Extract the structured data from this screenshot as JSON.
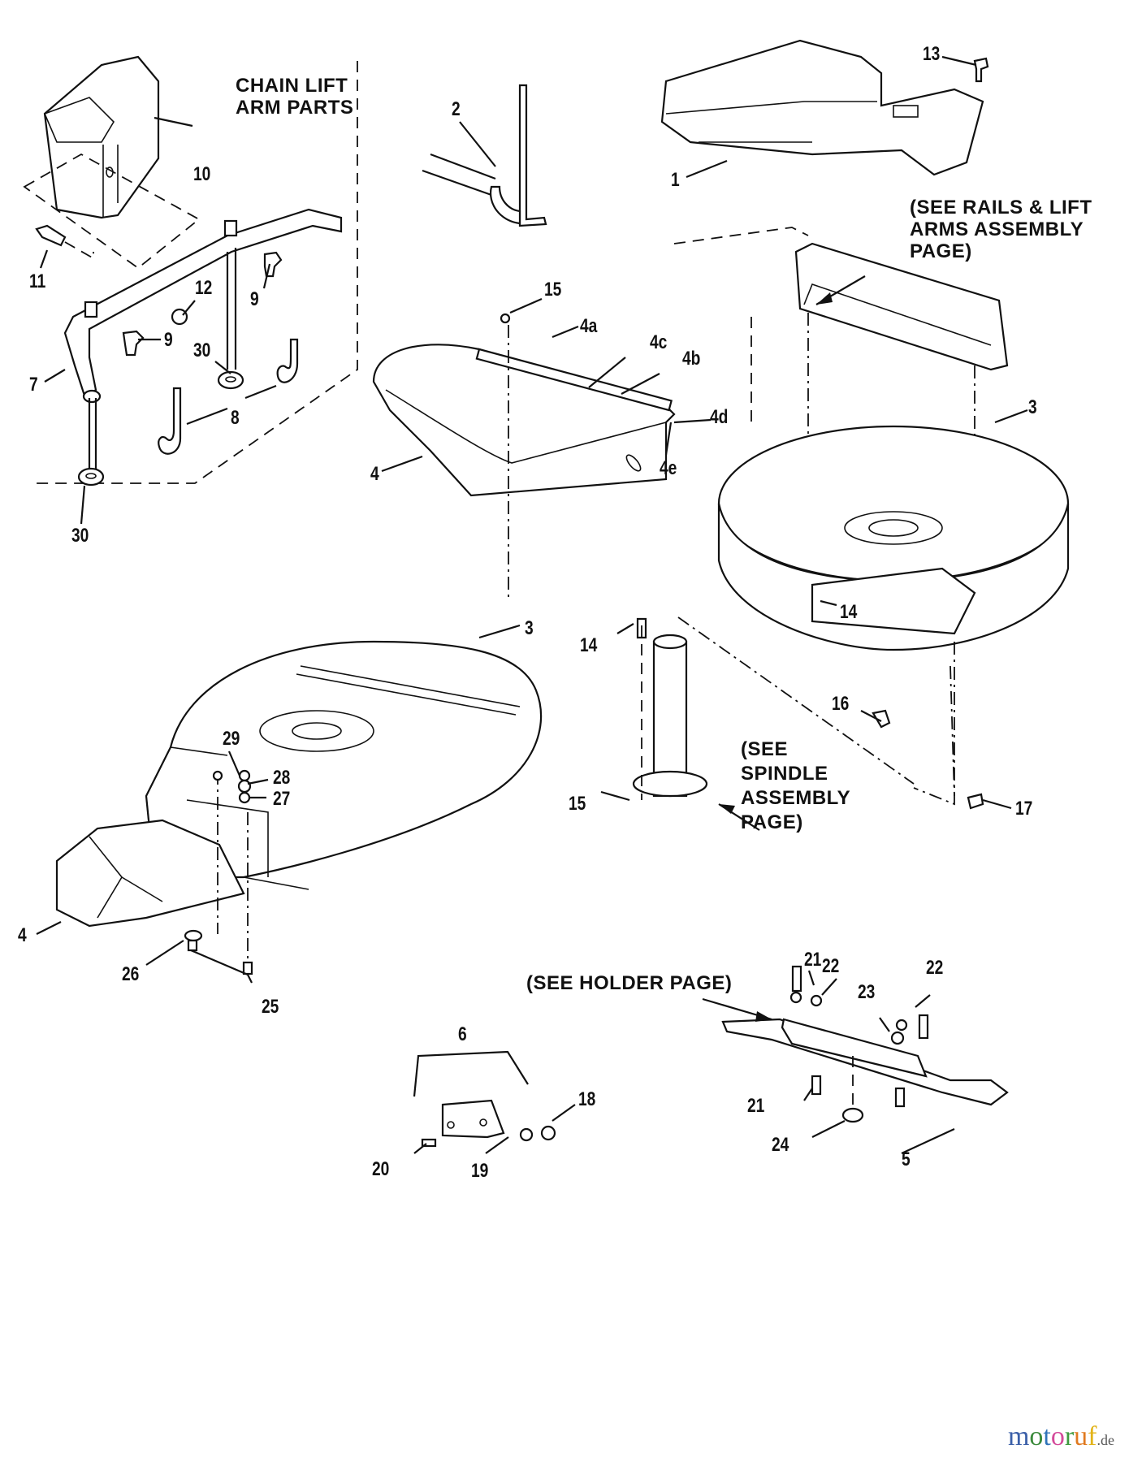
{
  "title": "Mower deck exploded parts diagram",
  "notes": {
    "chain_lift": [
      "CHAIN LIFT",
      "ARM PARTS"
    ],
    "rails": [
      "(SEE RAILS & LIFT",
      "ARMS ASSEMBLY",
      "PAGE)"
    ],
    "spindle": [
      "(SEE",
      "SPINDLE",
      "ASSEMBLY",
      "PAGE)"
    ],
    "holder": "(SEE HOLDER PAGE)"
  },
  "callouts": [
    {
      "id": "c-10",
      "text": "10"
    },
    {
      "id": "c-11",
      "text": "11"
    },
    {
      "id": "c-12",
      "text": "12"
    },
    {
      "id": "c-9a",
      "text": "9"
    },
    {
      "id": "c-9b",
      "text": "9"
    },
    {
      "id": "c-30a",
      "text": "30"
    },
    {
      "id": "c-7",
      "text": "7"
    },
    {
      "id": "c-8",
      "text": "8"
    },
    {
      "id": "c-30b",
      "text": "30"
    },
    {
      "id": "c-2",
      "text": "2"
    },
    {
      "id": "c-15a",
      "text": "15"
    },
    {
      "id": "c-4a",
      "text": "4a"
    },
    {
      "id": "c-4c",
      "text": "4c"
    },
    {
      "id": "c-4b",
      "text": "4b"
    },
    {
      "id": "c-4d",
      "text": "4d"
    },
    {
      "id": "c-4e",
      "text": "4e"
    },
    {
      "id": "c-4a-deflector",
      "text": "4"
    },
    {
      "id": "c-1",
      "text": "1"
    },
    {
      "id": "c-13",
      "text": "13"
    },
    {
      "id": "c-3a",
      "text": "3"
    },
    {
      "id": "c-14a",
      "text": "14"
    },
    {
      "id": "c-16",
      "text": "16"
    },
    {
      "id": "c-17",
      "text": "17"
    },
    {
      "id": "c-14b",
      "text": "14"
    },
    {
      "id": "c-15b",
      "text": "15"
    },
    {
      "id": "c-3b",
      "text": "3"
    },
    {
      "id": "c-29",
      "text": "29"
    },
    {
      "id": "c-28",
      "text": "28"
    },
    {
      "id": "c-27",
      "text": "27"
    },
    {
      "id": "c-4b-chute",
      "text": "4"
    },
    {
      "id": "c-26",
      "text": "26"
    },
    {
      "id": "c-25",
      "text": "25"
    },
    {
      "id": "c-6",
      "text": "6"
    },
    {
      "id": "c-18",
      "text": "18"
    },
    {
      "id": "c-19",
      "text": "19"
    },
    {
      "id": "c-20",
      "text": "20"
    },
    {
      "id": "c-21a",
      "text": "21"
    },
    {
      "id": "c-22a",
      "text": "22"
    },
    {
      "id": "c-22b",
      "text": "22"
    },
    {
      "id": "c-23",
      "text": "23"
    },
    {
      "id": "c-21b",
      "text": "21"
    },
    {
      "id": "c-24",
      "text": "24"
    },
    {
      "id": "c-5",
      "text": "5"
    }
  ],
  "watermark": {
    "letters": [
      {
        "ch": "m",
        "color": "#3b5fa8"
      },
      {
        "ch": "o",
        "color": "#3b8a3b"
      },
      {
        "ch": "t",
        "color": "#2f72b8"
      },
      {
        "ch": "o",
        "color": "#d44a9a"
      },
      {
        "ch": "r",
        "color": "#3e9a3e"
      },
      {
        "ch": "u",
        "color": "#e07a20"
      },
      {
        "ch": "f",
        "color": "#e2b318"
      }
    ],
    "tld": ".de"
  }
}
